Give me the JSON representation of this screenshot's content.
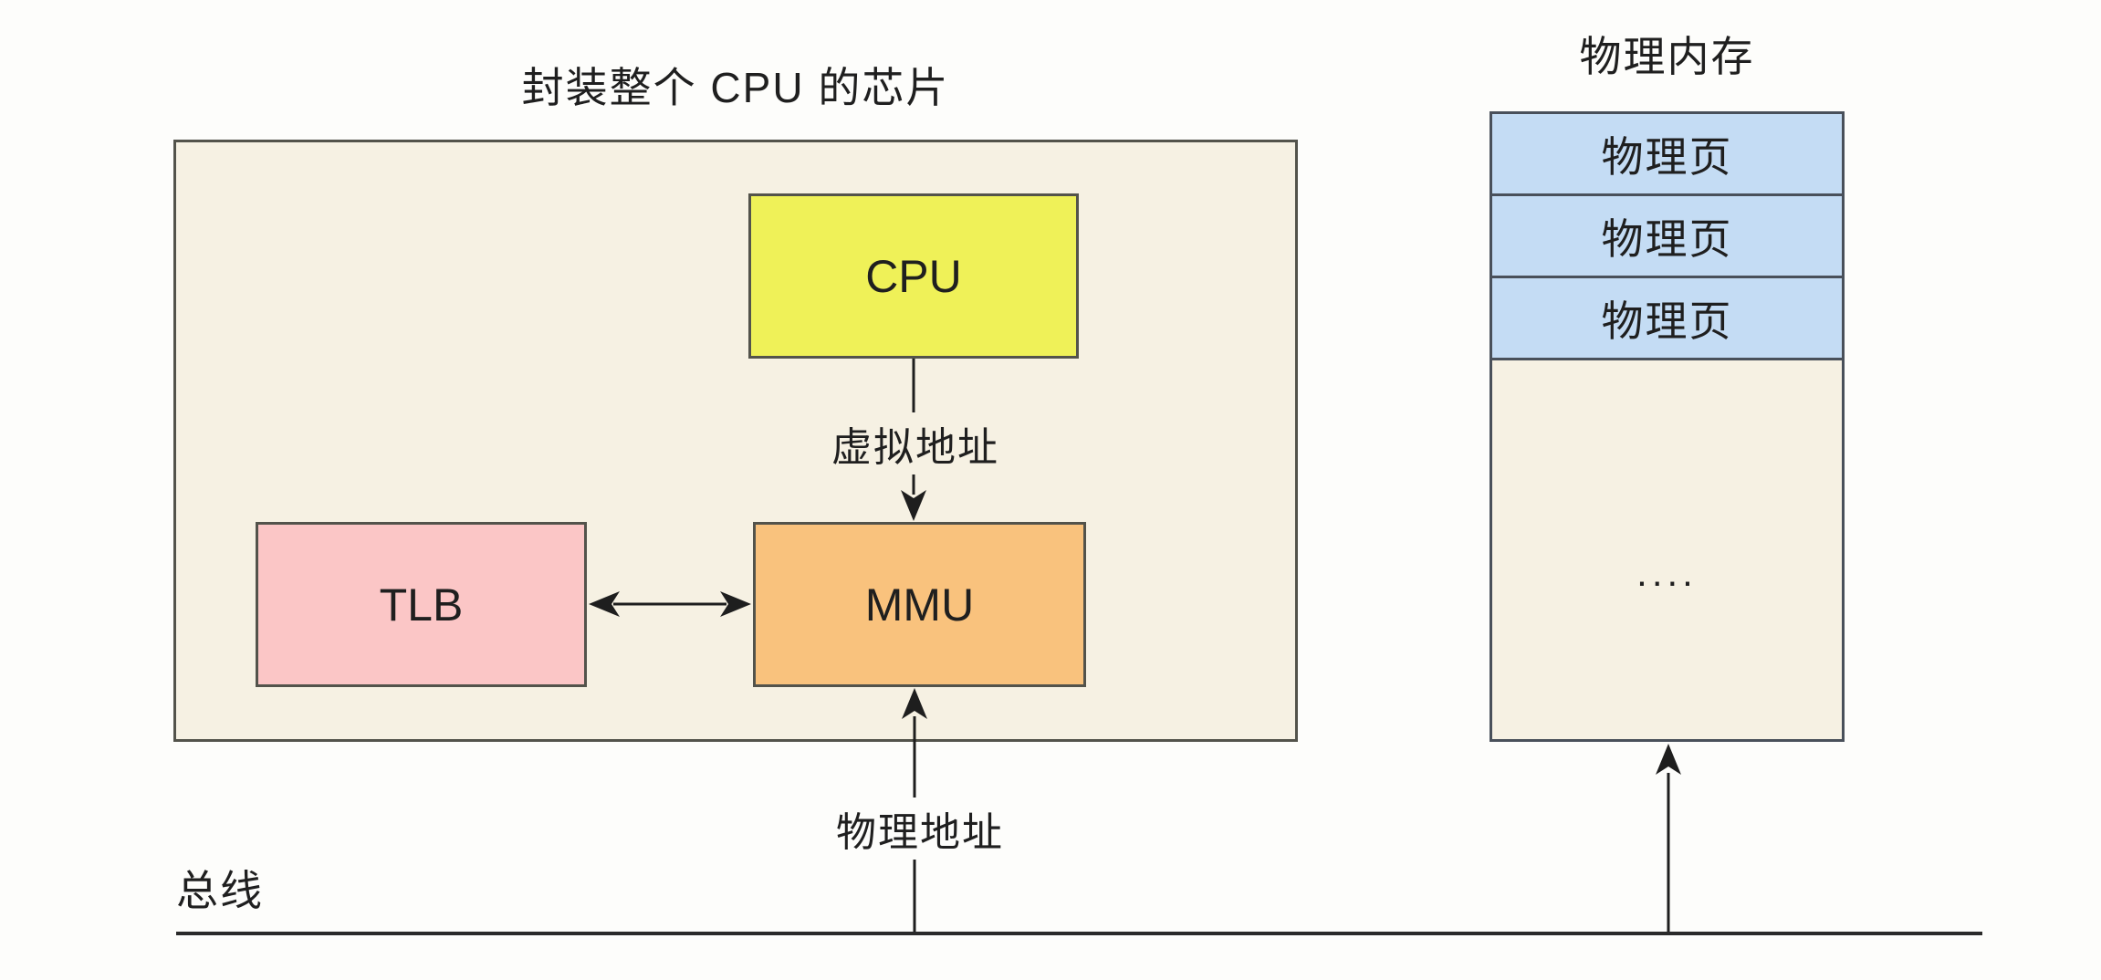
{
  "page": {
    "background": "#fdfdfb"
  },
  "chip": {
    "title": "封装整个 CPU 的芯片",
    "fill": "#f6f1e3",
    "border": "#53534b"
  },
  "nodes": {
    "cpu": {
      "label": "CPU",
      "fill": "#eff158"
    },
    "tlb": {
      "label": "TLB",
      "fill": "#fbc6c6"
    },
    "mmu": {
      "label": "MMU",
      "fill": "#f9c27d"
    }
  },
  "labels": {
    "virtual_address": "虚拟地址",
    "physical_address": "物理地址",
    "bus": "总线"
  },
  "memory": {
    "title": "物理内存",
    "page_fill": "#c4dcf4",
    "body_fill": "#f6f1e3",
    "border": "#49505a",
    "pages": [
      {
        "label": "物理页"
      },
      {
        "label": "物理页"
      },
      {
        "label": "物理页"
      }
    ],
    "ellipsis": "...."
  },
  "colors": {
    "line": "#1e1e1e",
    "text": "#1f1f1f"
  }
}
